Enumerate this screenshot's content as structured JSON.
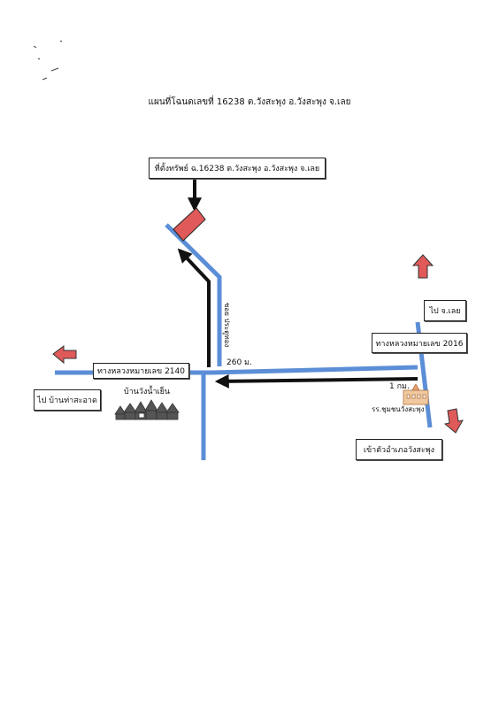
{
  "title": "แผนที่โฉนดเลขที่ 16238 ต.วังสะพุง อ.วังสะพุง จ.เลย",
  "property_label": "ที่ตั้งทรัพย์ ฉ.16238 ต.วังสะพุง อ.วังสะพุง จ.เลย",
  "road_2140_label": "ทางหลวงหมายเลข 2140",
  "road_2016_label": "ทางหลวงหมายเลข 2016",
  "to_loei_label": "ไป จ.เลย",
  "to_ban_tha_sa_at_label": "ไป บ้านท่าสะอาด",
  "to_district_label": "เข้าตัวอำเภอวังสะพุง",
  "soi_label": "ซอย ประตูทอง",
  "distance_260": "260 ม.",
  "distance_1km": "1 กม.",
  "village_label": "บ้านวังน้ำเย็น",
  "school_label": "รร.ชุมชนวังสะพุง",
  "colors": {
    "road": "#5b8ed6",
    "route_arrow": "#111111",
    "direction_arrow": "#e05a5a",
    "property": "#e05a5a"
  },
  "icons": [
    "house-cluster-icon",
    "school-building-icon",
    "direction-arrow-icon",
    "property-marker-icon"
  ]
}
